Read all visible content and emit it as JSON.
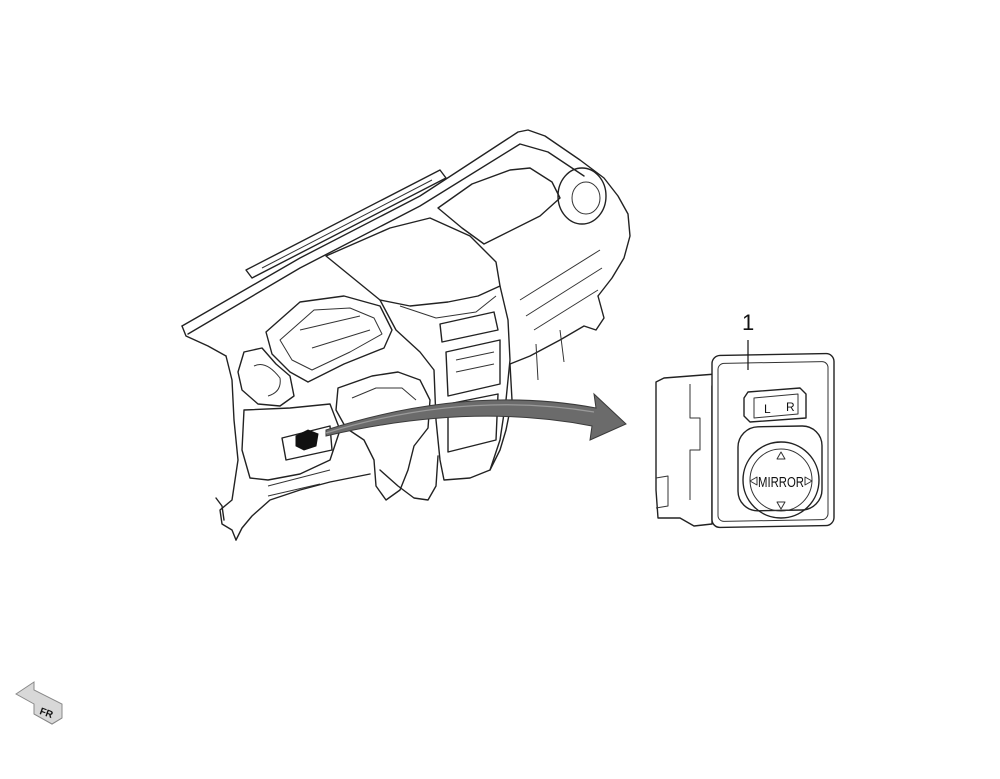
{
  "callout": {
    "number": "1"
  },
  "switch": {
    "dial_label": "MIRROR",
    "selector_left": "L",
    "selector_right": "R"
  },
  "orientation": {
    "label": "FR"
  },
  "colors": {
    "line": "#222222",
    "arrow": "#6b6b6b",
    "arrow_dark": "#3a3a3a",
    "fr_arrow": "#cfcfcf"
  }
}
